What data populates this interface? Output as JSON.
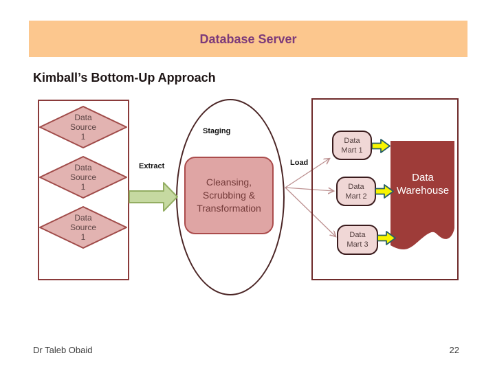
{
  "slide": {
    "banner_title": "Database Server",
    "subtitle": "Kimball’s Bottom-Up Approach",
    "footer_author": "Dr Taleb Obaid",
    "footer_page": "22"
  },
  "diagram": {
    "source_diamond_lines": [
      "Data",
      "Source",
      "1"
    ],
    "extract_label": "Extract",
    "staging_label": "Staging",
    "load_label": "Load",
    "cleansing_lines": [
      "Cleansing,",
      "Scrubbing &",
      "Transformation"
    ],
    "data_marts": [
      [
        "Data",
        "Mart 1"
      ],
      [
        "Data",
        "Mart 2"
      ],
      [
        "Data",
        "Mart 3"
      ]
    ],
    "warehouse_lines": [
      "Data",
      "Warehouse"
    ],
    "colors": {
      "banner_bg": "#fcc78e",
      "banner_text": "#7c3a7a",
      "diamond_fill": "#e2b3b1",
      "diamond_border": "#a04b49",
      "extract_arrow_fill": "#c6d9a1",
      "extract_arrow_border": "#93ad62",
      "staging_box_fill": "#dfa5a4",
      "staging_box_border": "#ab4c4c",
      "mart_fill": "#f0d7d6",
      "mart_border": "#3a1b1d",
      "load_arrow_fill": "#f8f400",
      "load_arrow_border": "#275f66",
      "warehouse_fill": "#9e3c39",
      "connector_line": "#bd9191"
    }
  }
}
